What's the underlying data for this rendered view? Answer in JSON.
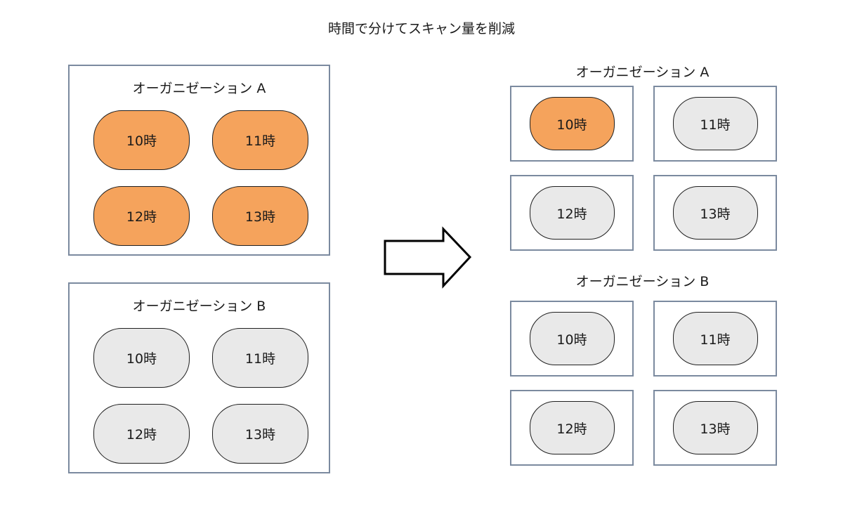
{
  "title": "時間で分けてスキャン量を削減",
  "colors": {
    "highlight_fill": "#F5A35C",
    "idle_fill": "#E9E9E9",
    "pill_border": "#1F1F1F",
    "box_border": "#7B8A9F",
    "text": "#1A1A1A"
  },
  "before": {
    "groups": [
      {
        "label": "オーガニゼーション A",
        "slots": [
          {
            "time": "10時",
            "highlight": true
          },
          {
            "time": "11時",
            "highlight": true
          },
          {
            "time": "12時",
            "highlight": true
          },
          {
            "time": "13時",
            "highlight": true
          }
        ]
      },
      {
        "label": "オーガニゼーション B",
        "slots": [
          {
            "time": "10時",
            "highlight": false
          },
          {
            "time": "11時",
            "highlight": false
          },
          {
            "time": "12時",
            "highlight": false
          },
          {
            "time": "13時",
            "highlight": false
          }
        ]
      }
    ]
  },
  "arrow": {
    "icon": "right-block-arrow"
  },
  "after": {
    "groups": [
      {
        "label": "オーガニゼーション A",
        "slots": [
          {
            "time": "10時",
            "highlight": true
          },
          {
            "time": "11時",
            "highlight": false
          },
          {
            "time": "12時",
            "highlight": false
          },
          {
            "time": "13時",
            "highlight": false
          }
        ]
      },
      {
        "label": "オーガニゼーション B",
        "slots": [
          {
            "time": "10時",
            "highlight": false
          },
          {
            "time": "11時",
            "highlight": false
          },
          {
            "time": "12時",
            "highlight": false
          },
          {
            "time": "13時",
            "highlight": false
          }
        ]
      }
    ]
  }
}
